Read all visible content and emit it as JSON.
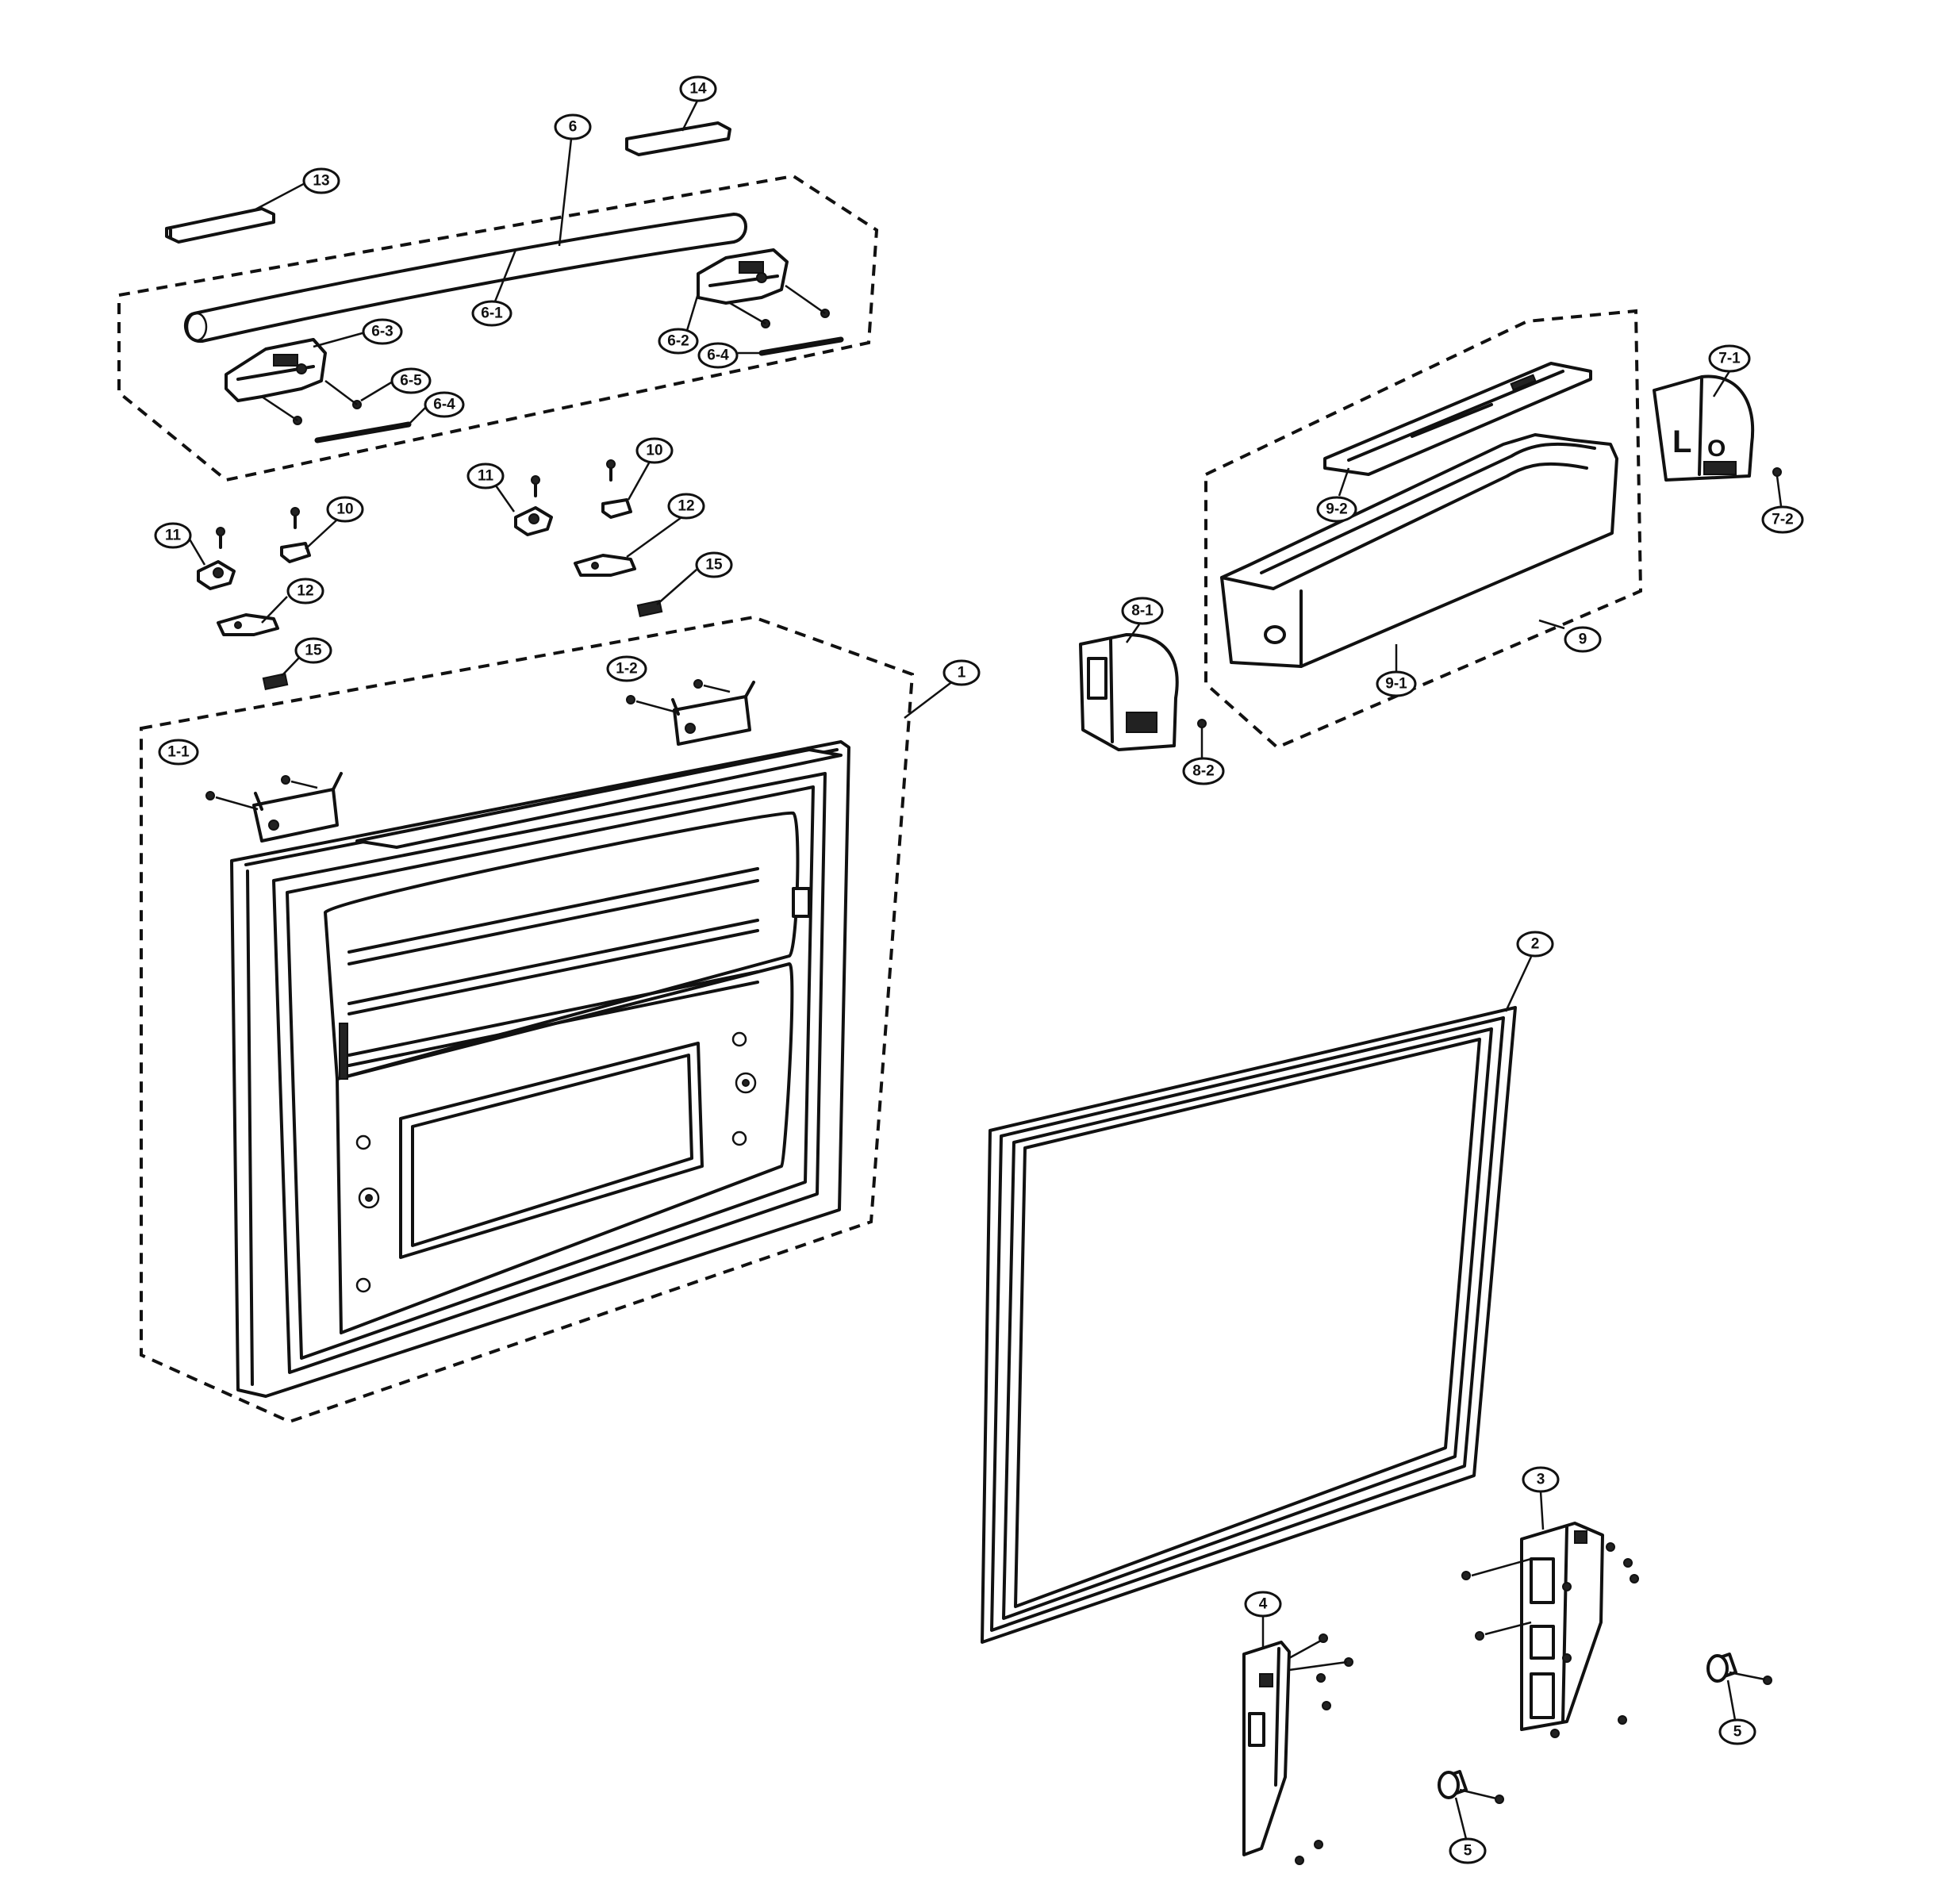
{
  "labels": {
    "door_assembly": "1",
    "hinge_bracket_left": "1-1",
    "hinge_bracket_right": "1-2",
    "gasket": "2",
    "rail_right": "3",
    "rail_left": "4",
    "roller_right": "5",
    "roller_left": "5",
    "handle_assembly": "6",
    "handle_bar": "6-1",
    "handle_clip_right": "6-2",
    "handle_clip_left": "6-3",
    "handle_pad_right": "6-4",
    "handle_pad_left": "6-4",
    "handle_screw": "6-5",
    "cap_right": "7-1",
    "cap_right_screw": "7-2",
    "cap_left": "8-1",
    "cap_left_screw": "8-2",
    "guard_assembly": "9",
    "guard_bin": "9-1",
    "guard_cover": "9-2",
    "stopper_right": "10",
    "stopper_left": "10",
    "holder_right": "11",
    "holder_left": "11",
    "plate_right": "12",
    "plate_left": "12",
    "cover_left": "13",
    "cover_right": "14",
    "spring_right": "15",
    "spring_left": "15"
  },
  "cap_right_letters": [
    "L",
    "O"
  ]
}
